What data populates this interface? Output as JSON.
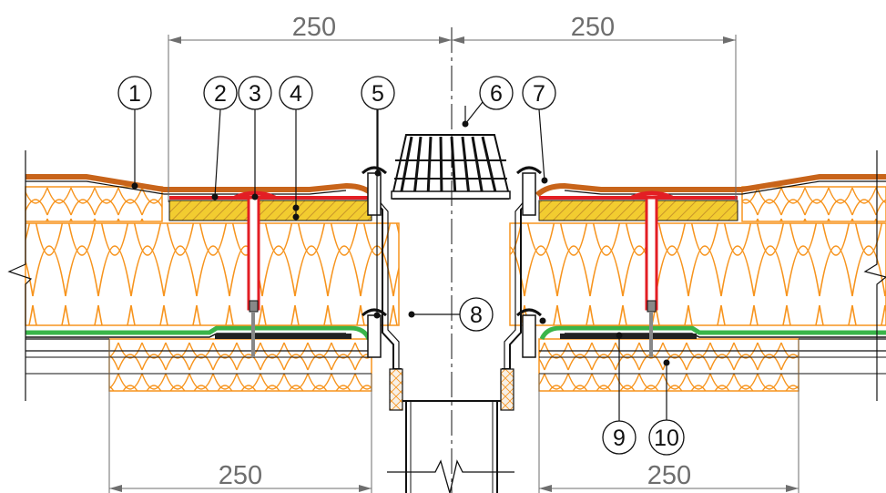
{
  "dimensions": {
    "top_left": "250",
    "top_right": "250",
    "bottom_left": "250",
    "bottom_right": "250"
  },
  "callouts": [
    "1",
    "2",
    "3",
    "4",
    "5",
    "6",
    "7",
    "8",
    "9",
    "10"
  ],
  "colors": {
    "insulation": "#f7941d",
    "membrane_top": "#c8641a",
    "fastener_red": "#e31e24",
    "vapour_barrier_green": "#3ab54a",
    "board_yellow": "#f2cc30",
    "line": "#111111",
    "dimension": "#6e6e6e"
  }
}
